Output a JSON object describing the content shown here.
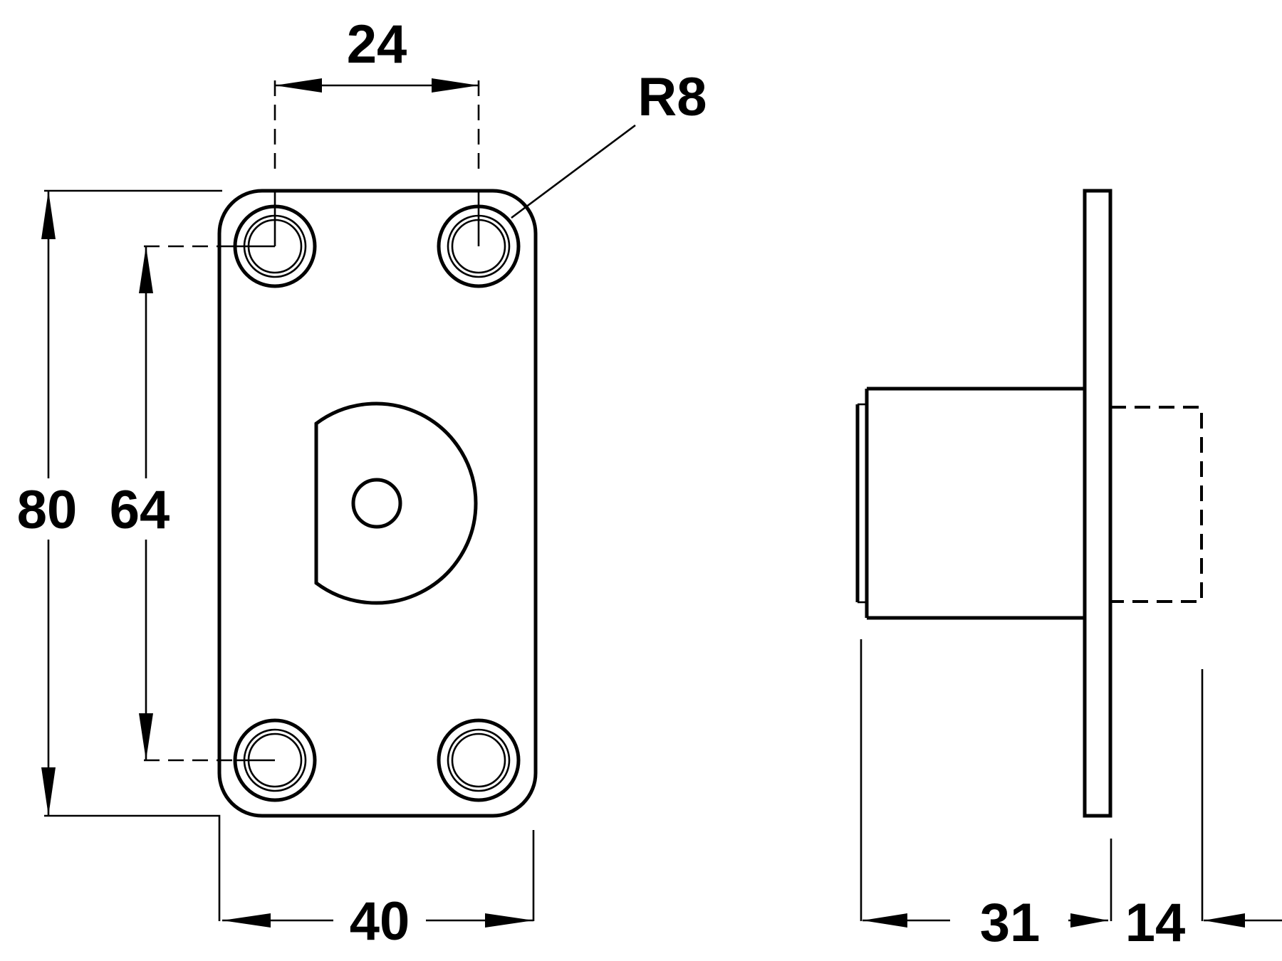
{
  "dimensions": {
    "hole_spacing_horizontal": "24",
    "corner_radius": "R8",
    "overall_height": "80",
    "hole_spacing_vertical": "64",
    "plate_width": "40",
    "body_depth": "31",
    "projection": "14"
  }
}
